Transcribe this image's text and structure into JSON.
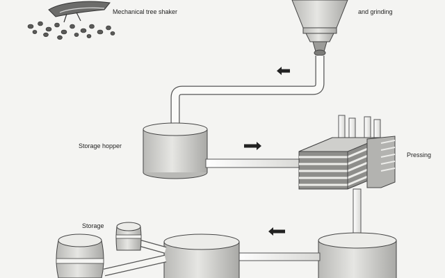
{
  "labels": {
    "tree_shaker": "Mechanical tree shaker",
    "washing_line": "",
    "grinding_line": "and grinding",
    "storage_hopper": "Storage hopper",
    "pressing": "Pressing",
    "storage": "Storage"
  },
  "icons": {
    "flow_arrow": "arrow-icon",
    "olive": "olive-icon",
    "shaker": "tree-shaker-icon"
  },
  "colors": {
    "background": "#f4f4f2",
    "tank_fill": "#d4d4d2",
    "tank_top": "#ecece9",
    "outline": "#4a4a4a",
    "arrow": "#222222",
    "olive": "#5a5a58"
  }
}
